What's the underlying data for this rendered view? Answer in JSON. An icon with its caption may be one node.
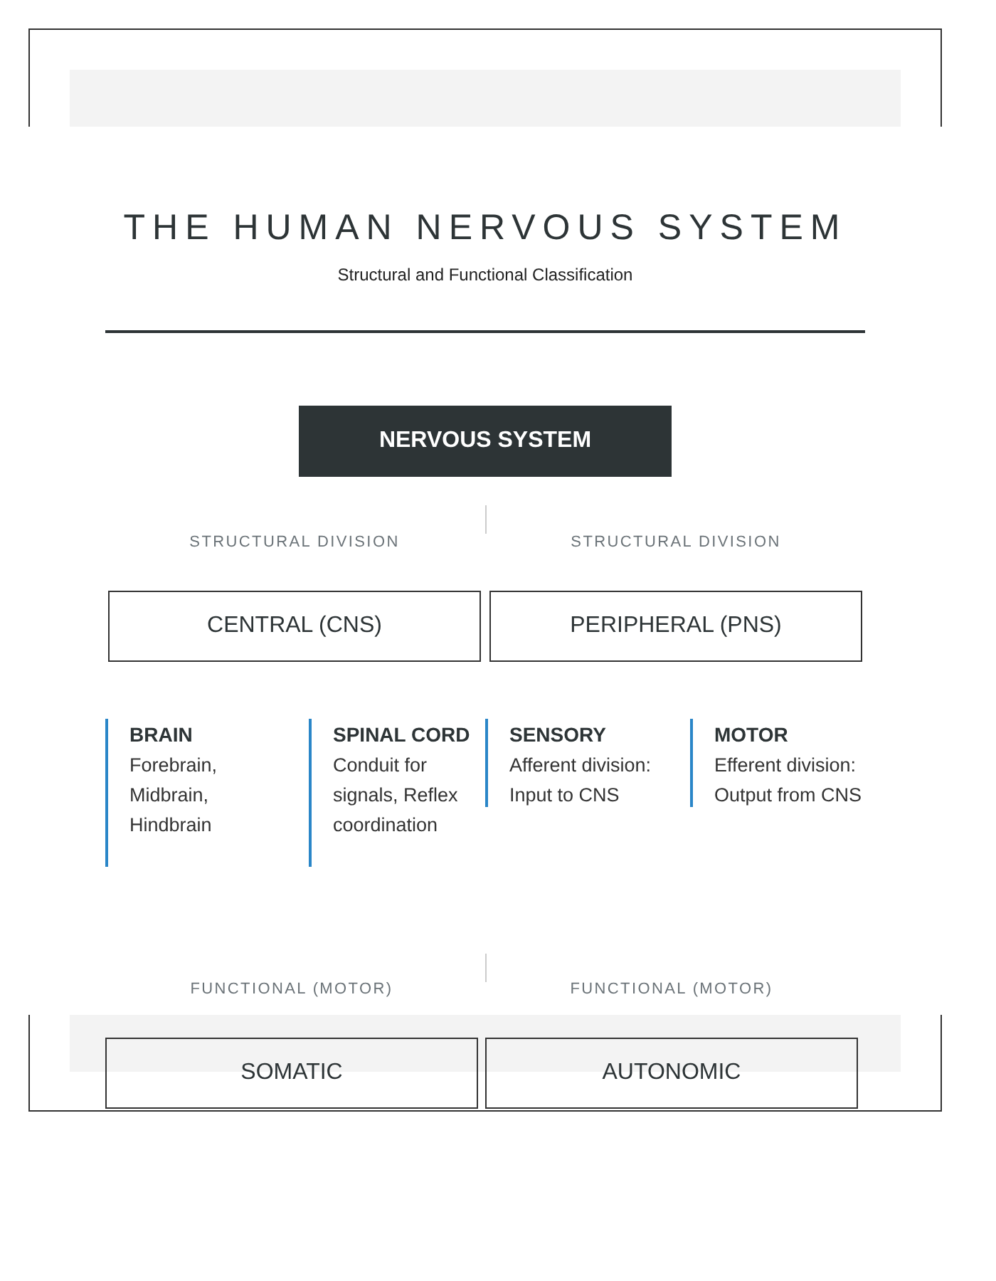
{
  "diagram": {
    "title": "THE HUMAN NERVOUS SYSTEM",
    "nodes": [
      {
        "text": [
          "NERVOUS SYSTEM"
        ]
      },
      {
        "text": [
          "CENTRAL (CNS)"
        ]
      },
      {
        "text": [
          "PERIPHERAL (PNS)"
        ]
      },
      {
        "text": [
          "BRAIN",
          "Forebrain, Midbrain, Hindbrain"
        ]
      },
      {
        "text": [
          "SPINAL CORD",
          "Conduit for signals, Reflex coordination"
        ]
      },
      {
        "text": [
          "SENSORY",
          "Afferent division: Input to CNS"
        ]
      },
      {
        "text": [
          "MOTOR",
          "Efferent division: Output from CNS"
        ]
      },
      {
        "text": [
          "SOMATIC"
        ]
      },
      {
        "text": [
          "AUTONOMIC"
        ]
      }
    ],
    "labels": [
      "Structural and Functional Classification",
      "STRUCTURAL DIVISION",
      "STRUCTURAL DIVISION",
      "FUNCTIONAL (MOTOR)",
      "FUNCTIONAL (MOTOR)"
    ]
  }
}
